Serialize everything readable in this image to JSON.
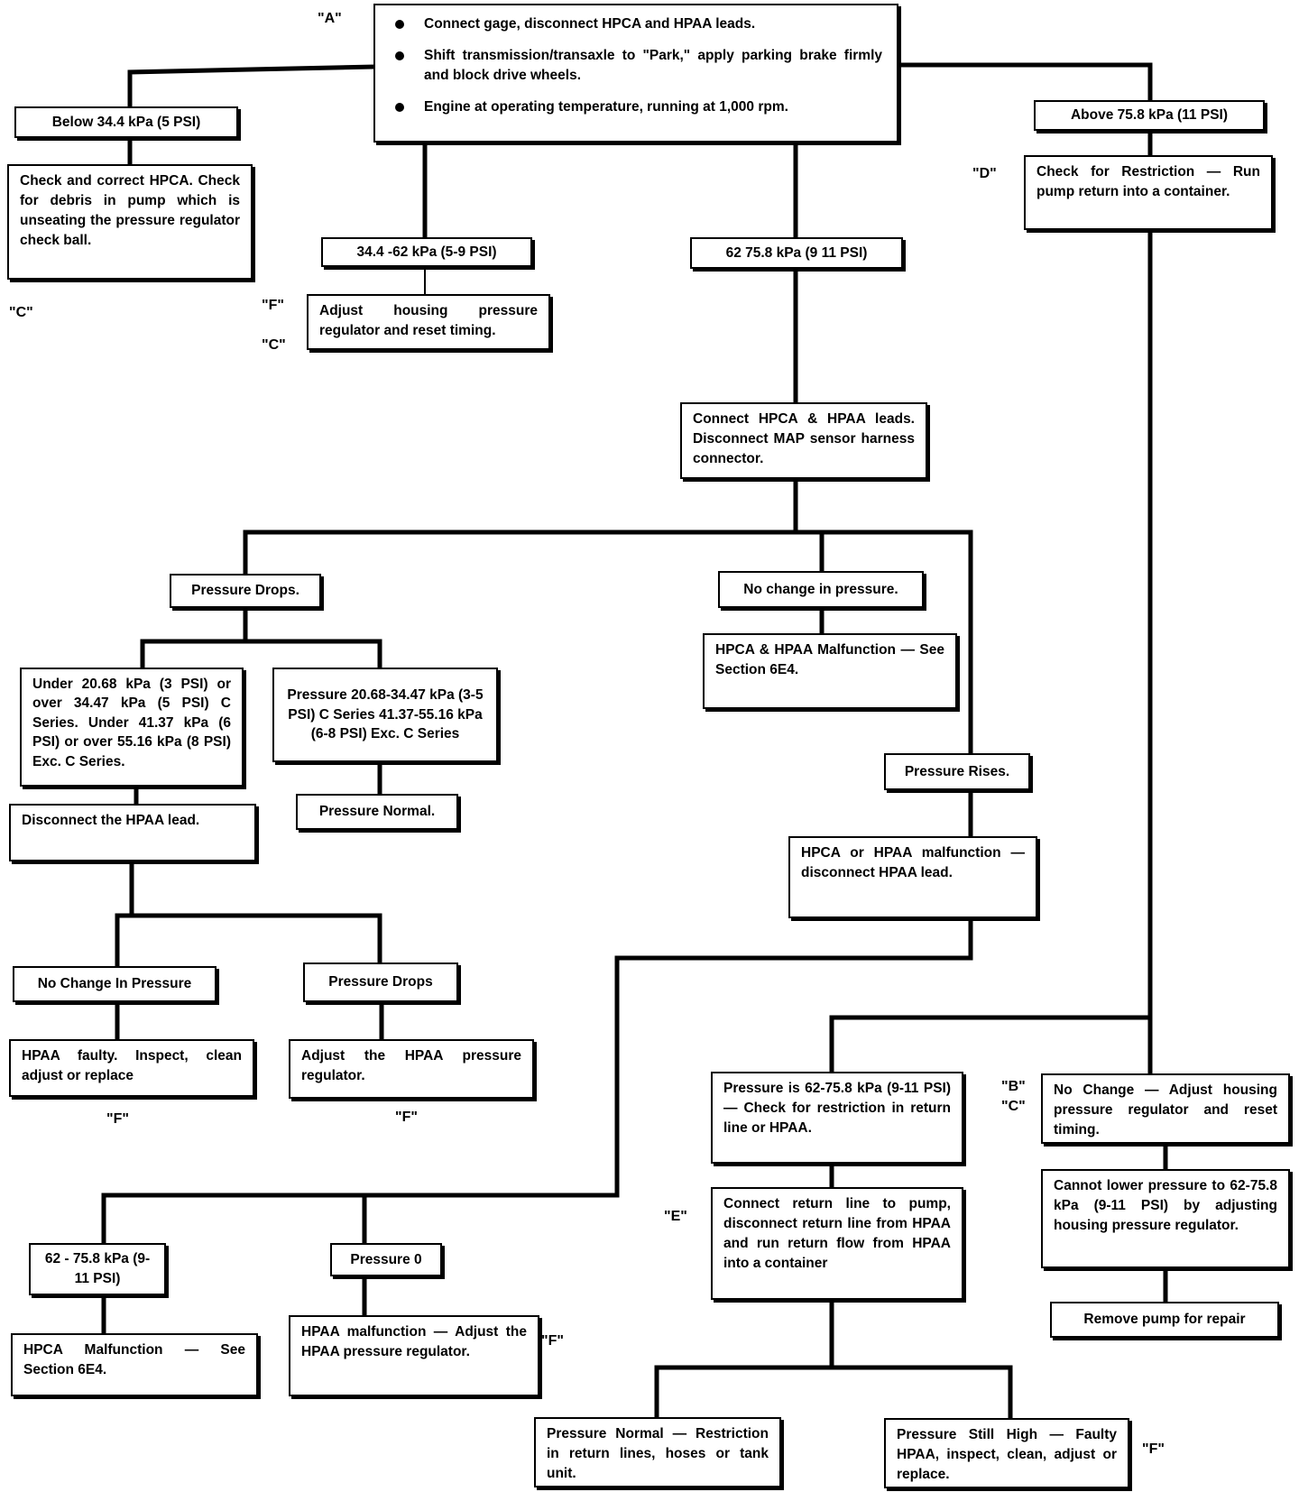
{
  "nodes": {
    "start": {
      "steps": [
        "Connect gage, disconnect HPCA and HPAA leads.",
        "Shift transmission/transaxle to \"Park,\" apply parking brake firmly and block drive wheels.",
        "Engine at operating temperature, running at 1,000 rpm."
      ]
    },
    "below_34": "Below 34.4 kPa (5 PSI)",
    "check_hpca": "Check and correct HPCA. Check for debris in pump which is unseating the pressure regulator check ball.",
    "range_34_62": "34.4 -62 kPa (5-9 PSI)",
    "adjust_housing": "Adjust housing pressure regulator and reset timing.",
    "range_62_75": "62 75.8 kPa (9 11 PSI)",
    "above_75": "Above 75.8 kPa (11 PSI)",
    "check_restriction": "Check for Restriction — Run pump return into a container.",
    "connect_leads": "Connect HPCA & HPAA leads. Disconnect MAP sensor harness connector.",
    "pressure_drops": "Pressure Drops.",
    "no_change_1": "No change in pressure.",
    "hpca_hpaa_malf": "HPCA & HPAA Malfunction — See Section 6E4.",
    "pressure_rises": "Pressure Rises.",
    "hpca_or_hpaa": "HPCA or HPAA malfunction — disconnect HPAA lead.",
    "under_20": "Under 20.68 kPa (3 PSI) or over 34.47 kPa (5 PSI) C Series. Under 41.37 kPa (6 PSI) or over 55.16 kPa (8 PSI) Exc. C Series.",
    "pressure_20_34": "Pressure 20.68-34.47 kPa (3-5 PSI) C Series 41.37-55.16 kPa (6-8 PSI) Exc. C Series",
    "pressure_normal": "Pressure Normal.",
    "disconnect_hpaa": "Disconnect the HPAA lead.",
    "no_change_2": "No Change In Pressure",
    "pressure_drops_2": "Pressure Drops",
    "hpaa_faulty": "HPAA faulty. Inspect, clean adjust or replace",
    "adjust_hpaa": "Adjust the HPAA pressure regulator.",
    "range_62_75_b": "62 - 75.8 kPa (9-11 PSI)",
    "pressure_0": "Pressure 0",
    "hpca_malf_2": "HPCA Malfunction — See Section 6E4.",
    "hpaa_malf_adjust": "HPAA malfunction — Adjust the HPAA pressure regulator.",
    "pressure_is_62": "Pressure is 62-75.8 kPa (9-11 PSI) — Check for restriction in return line or HPAA.",
    "connect_return": "Connect return line to pump, disconnect return line from HPAA and run return flow from HPAA into a container",
    "no_change_adjust": "No Change — Adjust housing pressure regulator and reset timing.",
    "cannot_lower": "Cannot lower pressure to 62-75.8 kPa (9-11 PSI) by adjusting housing pressure regulator.",
    "remove_pump": "Remove pump for repair",
    "pressure_normal_restriction": "Pressure Normal — Restriction in return lines, hoses or tank unit.",
    "pressure_still_high": "Pressure Still High — Faulty HPAA, inspect, clean, adjust or replace."
  },
  "labels": {
    "a": "\"A\"",
    "c1": "\"C\"",
    "f1": "\"F\"",
    "c2": "\"C\"",
    "d": "\"D\"",
    "f2": "\"F\"",
    "f3": "\"F\"",
    "b": "\"B\"",
    "c3": "\"C\"",
    "e": "\"E\"",
    "f4": "\"F\"",
    "f5": "\"F\""
  }
}
